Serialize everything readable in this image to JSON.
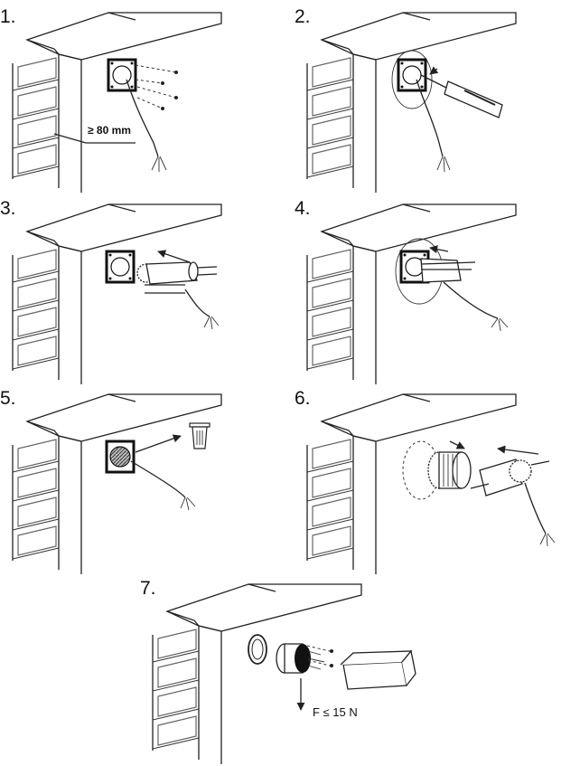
{
  "steps": [
    {
      "number": "1.",
      "note": "≥ 80 mm"
    },
    {
      "number": "2."
    },
    {
      "number": "3."
    },
    {
      "number": "4."
    },
    {
      "number": "5."
    },
    {
      "number": "6."
    },
    {
      "number": "7.",
      "note": "F ≤ 15 N"
    }
  ],
  "icons": [
    "screw-icon",
    "screwdriver-icon",
    "drill-bit-icon",
    "trash-bin-icon",
    "plug-icon",
    "camera-housing-icon"
  ]
}
